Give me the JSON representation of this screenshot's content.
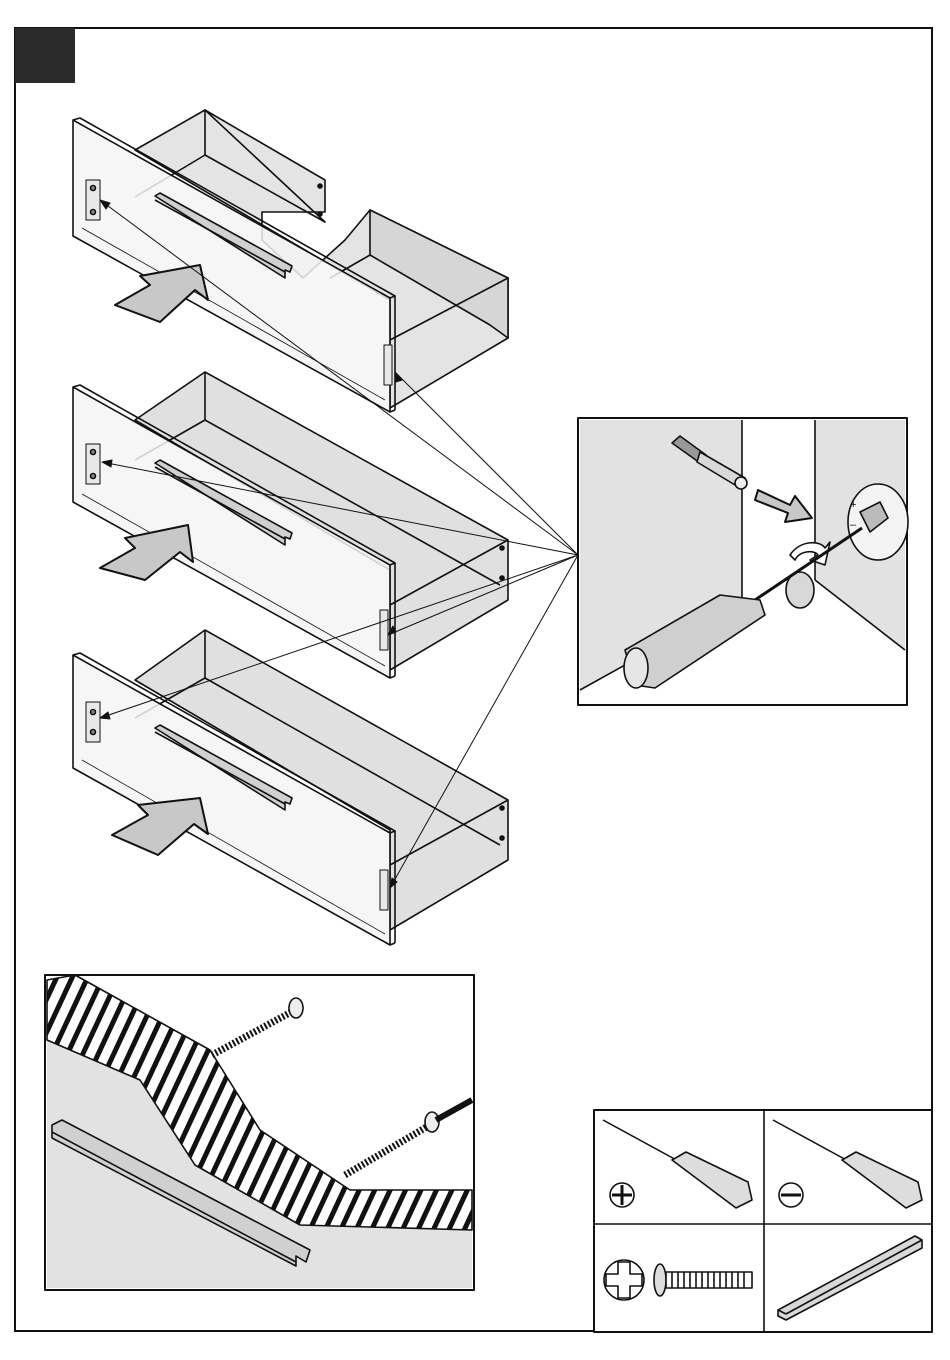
{
  "step": {
    "number": ""
  },
  "colors": {
    "outline": "#111111",
    "panel_fill": "#f2f2f2",
    "interior_fill": "#d9d9d9",
    "arrow_fill": "#c8c8c8",
    "step_box": "#2b2b2b"
  },
  "illustrations": {
    "drawers": [
      "drawer-top",
      "drawer-middle",
      "drawer-bottom"
    ],
    "detail_screwdriver": "screwdriver-attaching-handle-detail",
    "detail_screws": "screws-through-drawer-front-detail"
  },
  "tools_legend": {
    "items": [
      {
        "icon": "phillips-screwdriver-icon"
      },
      {
        "icon": "flat-screwdriver-icon"
      },
      {
        "icon": "phillips-screw-icon"
      },
      {
        "icon": "handle-bar-icon"
      }
    ]
  }
}
